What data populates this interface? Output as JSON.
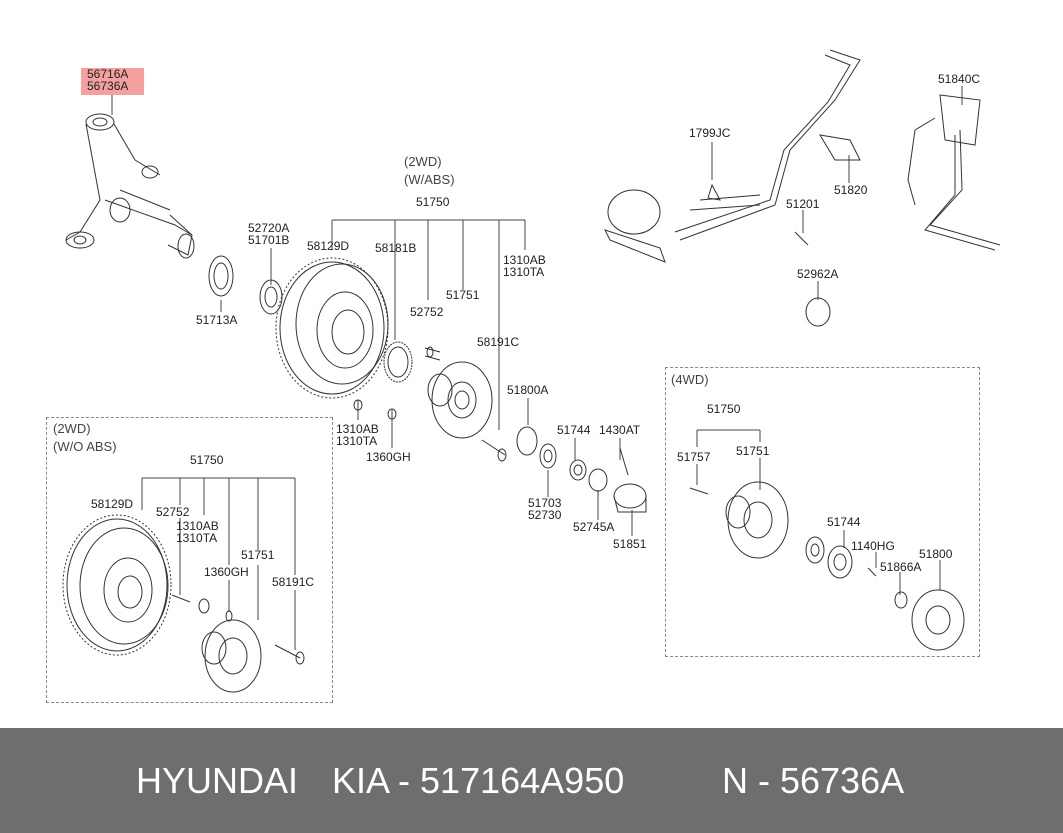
{
  "groups": {
    "abs_top": "(2WD)",
    "abs_bottom": "(W/ABS)",
    "woabs_top": "(2WD)",
    "woabs_bottom": "(W/O ABS)",
    "fourwd": "(4WD)"
  },
  "highlight": {
    "line1": "56716A",
    "line2": "56736A",
    "color": "#f4a0a0"
  },
  "parts": {
    "p52720A": "52720A",
    "p51701B": "51701B",
    "p51713A": "51713A",
    "p51750_abs": "51750",
    "p58129D_abs": "58129D",
    "p58181B": "58181B",
    "p1310AB_abs": "1310AB",
    "p1310TA_abs": "1310TA",
    "p51751_abs": "51751",
    "p52752_abs": "52752",
    "p58191C_abs": "58191C",
    "p1310AB_mid": "1310AB",
    "p1310TA_mid": "1310TA",
    "p1360GH_mid": "1360GH",
    "p51800A": "51800A",
    "p51744_mid": "51744",
    "p1430AT": "1430AT",
    "p51703": "51703",
    "p52730": "52730",
    "p52745A": "52745A",
    "p51851": "51851",
    "p1799JC": "1799JC",
    "p51820": "51820",
    "p51201": "51201",
    "p52962A": "52962A",
    "p51840C": "51840C",
    "p51750_wo": "51750",
    "p58129D_wo": "58129D",
    "p52752_wo": "52752",
    "p1310AB_wo": "1310AB",
    "p1310TA_wo": "1310TA",
    "p1360GH_wo": "1360GH",
    "p51751_wo": "51751",
    "p58191C_wo": "58191C",
    "p51750_4wd": "51750",
    "p51757": "51757",
    "p51751_4wd": "51751",
    "p51744_4wd": "51744",
    "p1140HG": "1140HG",
    "p51866A": "51866A",
    "p51800": "51800"
  },
  "footer": {
    "brand": "HYUNDAI",
    "kia": "KIA - 517164A950",
    "n": "N - 56736A",
    "background": "#6e6e6e"
  }
}
